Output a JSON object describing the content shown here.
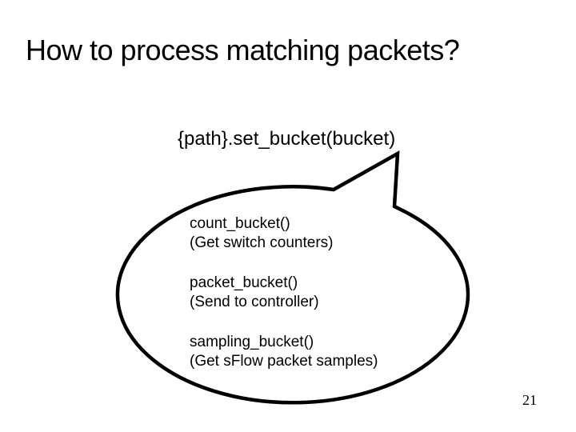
{
  "slide": {
    "title": "How to process matching packets?",
    "code_annotation": "{path}.set_bucket(bucket)",
    "bubble": {
      "groups": [
        {
          "func": "count_bucket()",
          "desc": "(Get switch counters)"
        },
        {
          "func": "packet_bucket()",
          "desc": "(Send to controller)"
        },
        {
          "func": "sampling_bucket()",
          "desc": "(Get sFlow packet samples)"
        }
      ]
    },
    "page_number": "21",
    "colors": {
      "background": "#ffffff",
      "text": "#000000",
      "bubble_stroke": "#000000",
      "bubble_fill": "#ffffff"
    }
  }
}
